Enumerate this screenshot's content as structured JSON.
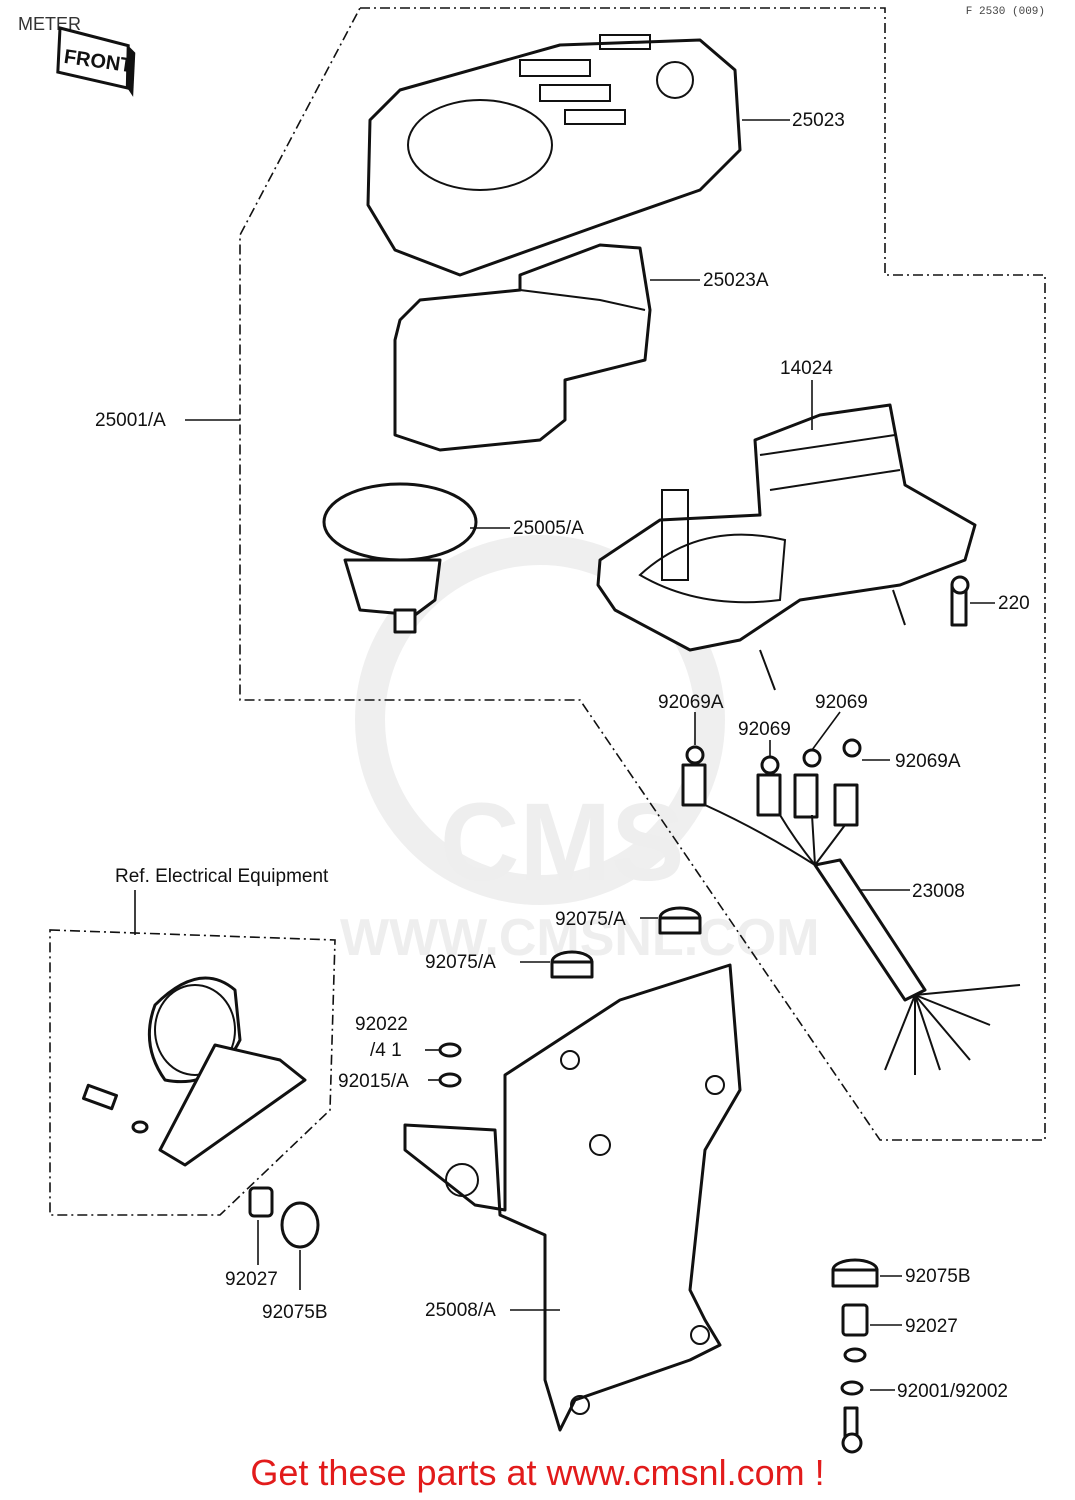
{
  "header": {
    "title": "METER",
    "code": "F 2530 (009)"
  },
  "front_marker": "FRONT",
  "watermark": {
    "brand": "CMS",
    "url": "WWW.CMSNL.COM"
  },
  "reference_note": "Ref. Electrical Equipment",
  "parts": {
    "p25023": "25023",
    "p25023A": "25023A",
    "p14024": "14024",
    "p25001A": "25001/A",
    "p25005A": "25005/A",
    "p220": "220",
    "p92069A_left": "92069A",
    "p92069_mid": "92069",
    "p92069_right": "92069",
    "p92069A_right": "92069A",
    "p23008": "23008",
    "p92075A_top": "92075/A",
    "p92075A_mid": "92075/A",
    "p92022": "92022",
    "p92022_sub": "/4 1",
    "p92015A": "92015/A",
    "p92027_left": "92027",
    "p92075B_left": "92075B",
    "p25008A": "25008/A",
    "p92075B_right": "92075B",
    "p92027_right": "92027",
    "p92001_92002": "92001/92002"
  },
  "footer": "Get these parts at www.cmsnl.com !"
}
